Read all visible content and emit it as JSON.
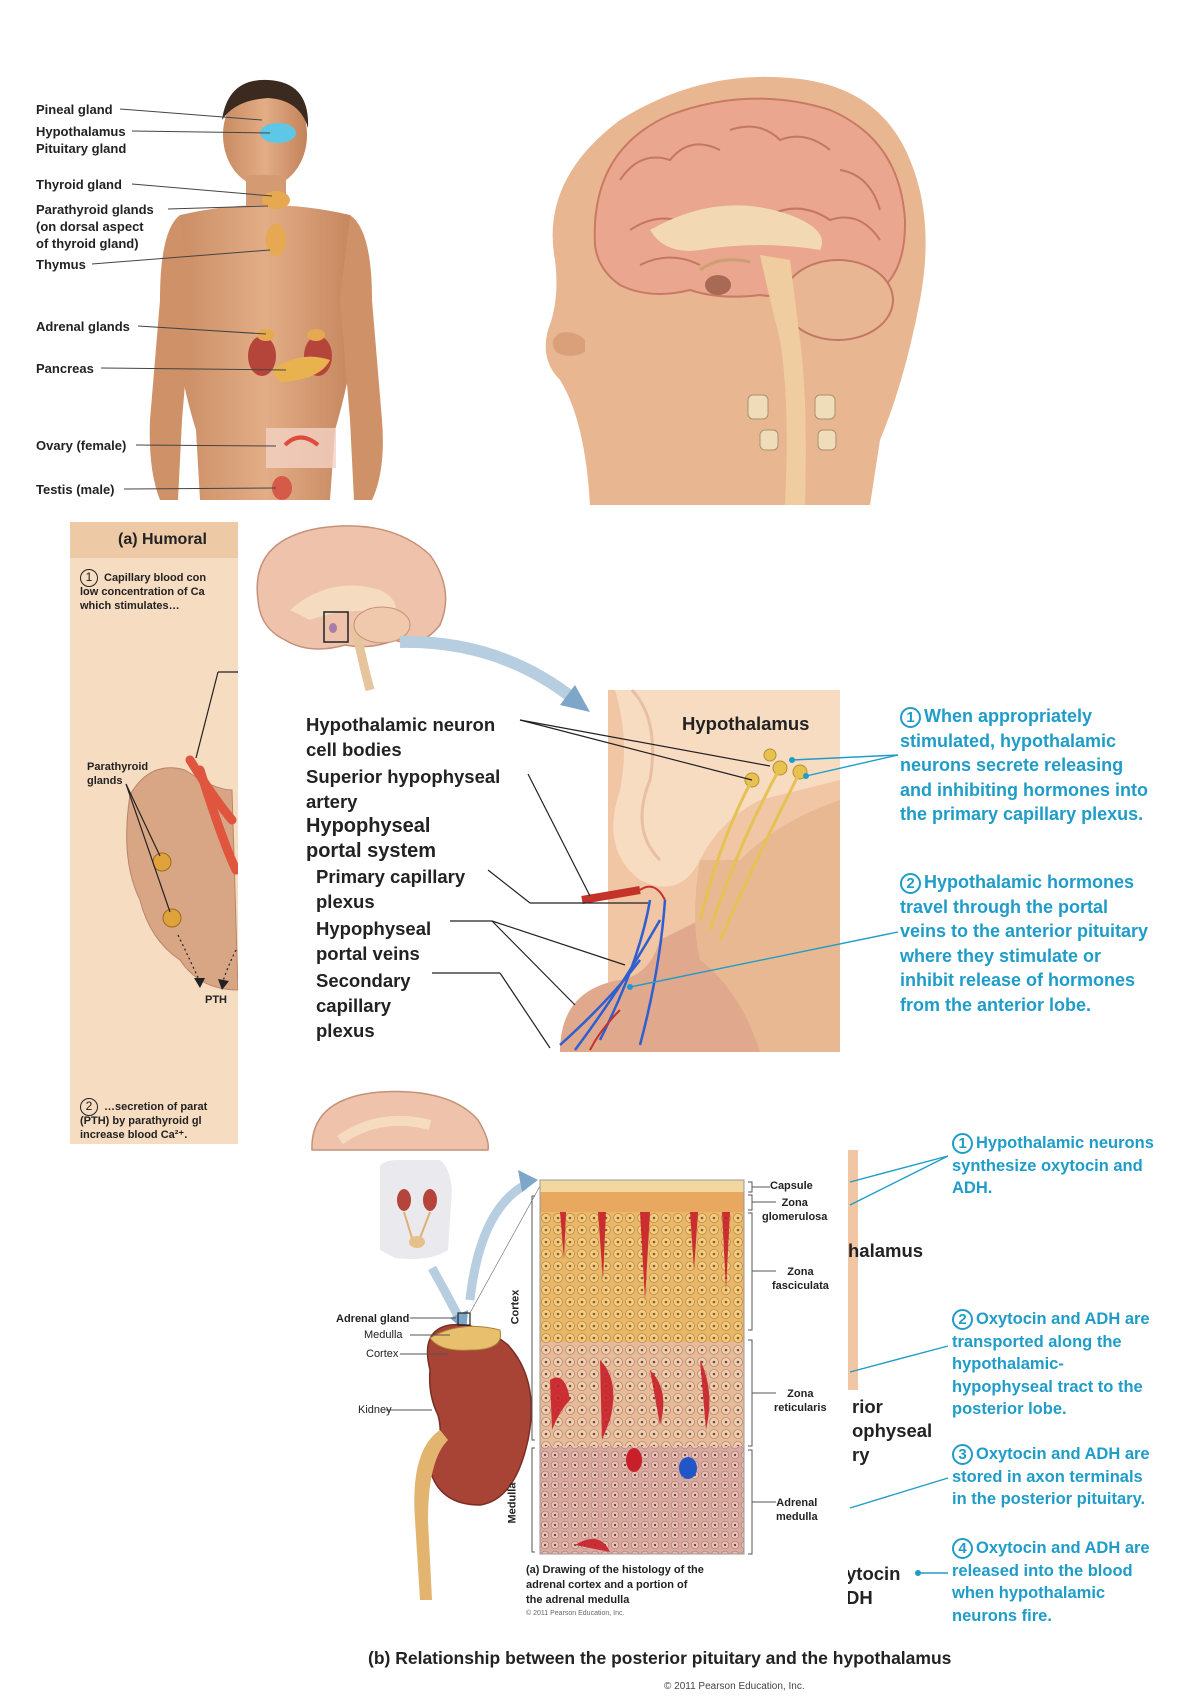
{
  "panel_body": {
    "labels": {
      "pineal": "Pineal gland",
      "hypothalamus": "Hypothalamus",
      "pituitary": "Pituitary gland",
      "thyroid": "Thyroid gland",
      "parathyroid": "Parathyroid glands\n(on dorsal aspect\nof thyroid gland)",
      "thymus": "Thymus",
      "adrenal": "Adrenal glands",
      "pancreas": "Pancreas",
      "ovary": "Ovary (female)",
      "testis": "Testis (male)"
    }
  },
  "panel_humoral": {
    "header": "(a)  Humoral",
    "step1": "Capillary blood con\nlow concentration of Ca\nwhich stimulates…",
    "step1_num": "1",
    "parathyroid_label": "Parathyroid\nglands",
    "pth": "PTH",
    "step2": "…secretion of parat\n(PTH) by parathyroid gl\nincrease blood Ca²⁺.",
    "step2_num": "2"
  },
  "panel_anterior": {
    "labels": {
      "neuron": "Hypothalamic neuron\ncell bodies",
      "artery": "Superior hypophyseal\nartery",
      "portal": "Hypophyseal\nportal system",
      "primary": "Primary capillary\nplexus",
      "veins": "Hypophyseal\nportal veins",
      "secondary": "Secondary\ncapillary\nplexus",
      "hypothalamus": "Hypothalamus"
    },
    "notes": [
      {
        "num": "1",
        "text": "When appropriately\nstimulated, hypothalamic\nneurons secrete releasing\nand inhibiting hormones into\nthe primary capillary plexus."
      },
      {
        "num": "2",
        "text": "Hypothalamic hormones\ntravel through the portal\nveins to the anterior pituitary\nwhere they stimulate or\ninhibit release of hormones\nfrom the anterior lobe."
      }
    ]
  },
  "panel_posterior": {
    "notes": [
      {
        "num": "1",
        "text": "Hypothalamic neurons\nsynthesize oxytocin and\nADH."
      },
      {
        "num": "2",
        "text": "Oxytocin and ADH are\ntransported along the\nhypothalamic-\nhypophyseal tract to the\nposterior lobe."
      },
      {
        "num": "3",
        "text": "Oxytocin and ADH are\nstored in axon terminals\nin the posterior pituitary."
      },
      {
        "num": "4",
        "text": "Oxytocin and ADH are\nreleased into the blood\nwhen hypothalamic\nneurons fire."
      }
    ],
    "fragments": {
      "halamus": "halamus",
      "rior": "rior",
      "ophyseal": "ophyseal",
      "ry": "ry",
      "ytocin": "ytocin",
      "dh": "DH"
    },
    "caption": "(b) Relationship between the posterior pituitary and the hypothalamus",
    "copyright": "© 2011 Pearson Education, Inc."
  },
  "panel_adrenal": {
    "labels": {
      "adrenal_gland": "Adrenal gland",
      "medulla": "Medulla",
      "cortex": "Cortex",
      "kidney": "Kidney",
      "capsule": "Capsule",
      "glomerulosa": "Zona\nglomerulosa",
      "fasciculata": "Zona\nfasciculata",
      "reticularis": "Zona\nreticularis",
      "adrenal_medulla": "Adrenal\nmedulla",
      "side_cortex": "Cortex",
      "side_medulla": "Medulla"
    },
    "caption": "(a)  Drawing of the histology of the\nadrenal cortex and a portion of\nthe adrenal medulla",
    "copyright": "© 2011 Pearson Education, Inc."
  },
  "colors": {
    "note_blue": "#1f9cc8",
    "humoral_bg": "#f6dcc0",
    "skin": "#d9a07a",
    "brain": "#e8b79e"
  }
}
